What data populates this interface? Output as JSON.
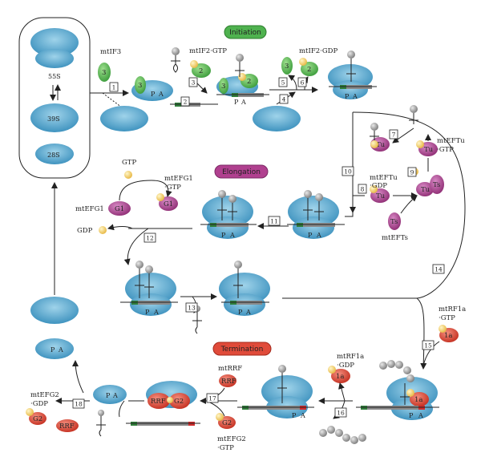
{
  "phases": {
    "initiation": "Initiation",
    "elongation": "Elongation",
    "termination": "Termination"
  },
  "subunits": {
    "s55": "55S",
    "s39": "39S",
    "s28": "28S"
  },
  "site_labels": {
    "p": "P",
    "a": "A"
  },
  "factors": {
    "mtIF3": "mtIF3",
    "mtIF2_GTP": "mtIF2·GTP",
    "mtIF2_GDP": "mtIF2·GDP",
    "mtEFTu_GTP_1": "mtEFTu",
    "mtEFTu_GTP_2": "·GTP",
    "mtEFTu_GDP_1": "mtEFTu",
    "mtEFTu_GDP_2": "·GDP",
    "mtEFTs": "mtEFTs",
    "mtEFG1": "mtEFG1",
    "mtEFG1_GTP_1": "mtEFG1",
    "mtEFG1_GTP_2": "·GTP",
    "GTP": "GTP",
    "GDP": "GDP",
    "mtRF1a_GTP_1": "mtRF1a",
    "mtRF1a_GTP_2": "·GTP",
    "mtRF1a_GDP_1": "mtRF1a",
    "mtRF1a_GDP_2": "·GDP",
    "mtRRF": "mtRRF",
    "mtEFG2_GTP_1": "mtEFG2",
    "mtEFG2_GTP_2": "·GTP",
    "mtEFG2_GDP_1": "mtEFG2",
    "mtEFG2_GDP_2": "·GDP"
  },
  "blob_labels": {
    "if3": "3",
    "if2": "2",
    "tu": "Tu",
    "ts": "Ts",
    "g1": "G1",
    "g2": "G2",
    "rrf": "RRF",
    "rf1a": "1a"
  },
  "steps": [
    "1",
    "2",
    "3",
    "4",
    "5",
    "6",
    "7",
    "8",
    "9",
    "10",
    "11",
    "12",
    "13",
    "14",
    "15",
    "16",
    "17",
    "18"
  ],
  "colors": {
    "ribosome": "#4fa3c9",
    "ribosome_light": "#8fcbe6",
    "initiation_factor": "#5cb85c",
    "elongation_factor": "#b0408f",
    "termination_factor": "#e04b3a",
    "gtp": "#f3d36b",
    "mrna_codon": "#8a8a8a",
    "start_codon": "#2f7d3a",
    "stop_codon": "#d02a2a"
  }
}
